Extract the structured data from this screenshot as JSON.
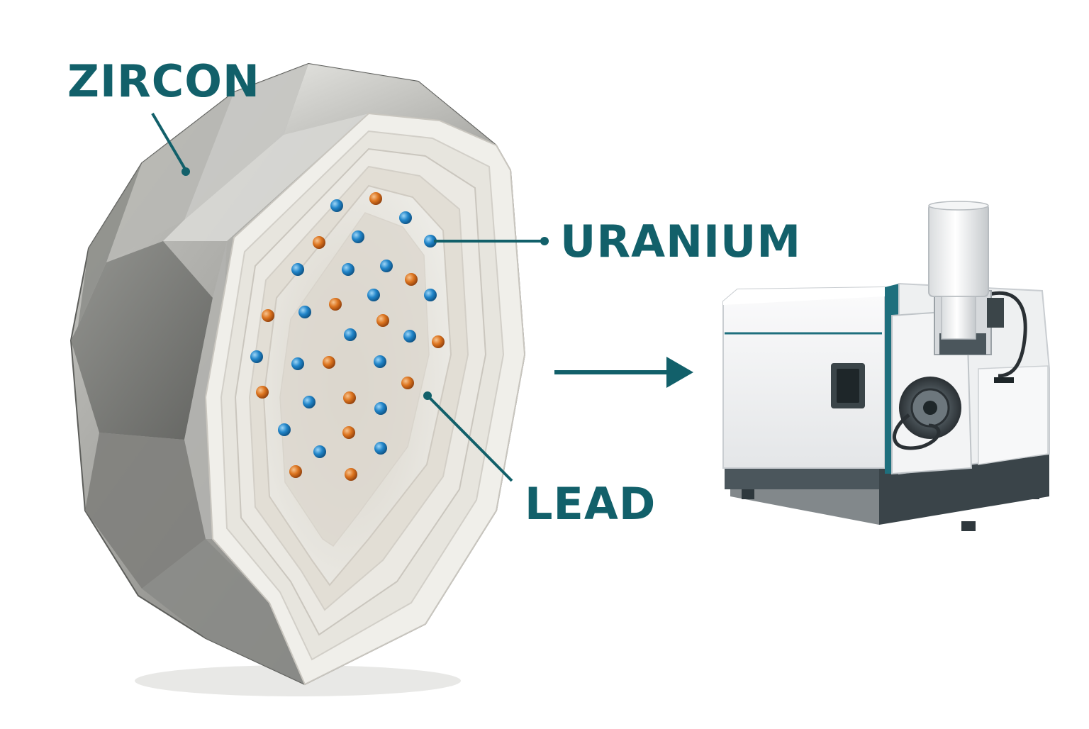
{
  "labels": {
    "zircon": "ZIRCON",
    "uranium": "URANIUM",
    "lead": "LEAD"
  },
  "colors": {
    "label": "#12606a",
    "uranium_atom": "#1f7fc2",
    "lead_atom": "#d9711f",
    "crystal_outer": "#9a9a96",
    "crystal_inner": "#e2ded6",
    "instrument_body": "#f4f5f6",
    "instrument_accent": "#1e6f7d",
    "instrument_base": "#3f4a50"
  },
  "icons": {
    "crystal": "zircon-crystal-icon",
    "arrow": "arrow-right-icon",
    "instrument": "mass-spectrometer-icon"
  }
}
